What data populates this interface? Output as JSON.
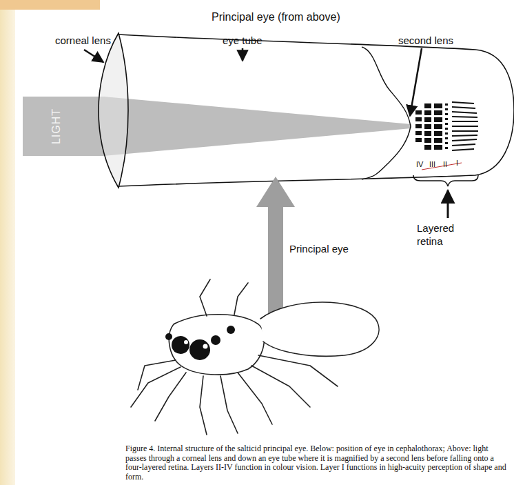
{
  "diagram": {
    "title": "Principal eye (from above)",
    "caption": "Figure 4. Internal structure of the salticid principal eye. Below: position of eye in cephalothorax; Above: light passes through a corneal lens and down an eye tube where it is magnified by a second lens before falling onto a four-layered retina. Layers II-IV function in colour vision. Layer I functions in high-acuity perception of shape and form.",
    "labels": [
      "corneal lens",
      "eye tube",
      "second lens",
      "LIGHT",
      "IV",
      "III",
      "II",
      "I",
      "Layered retina",
      "Principal eye"
    ]
  }
}
